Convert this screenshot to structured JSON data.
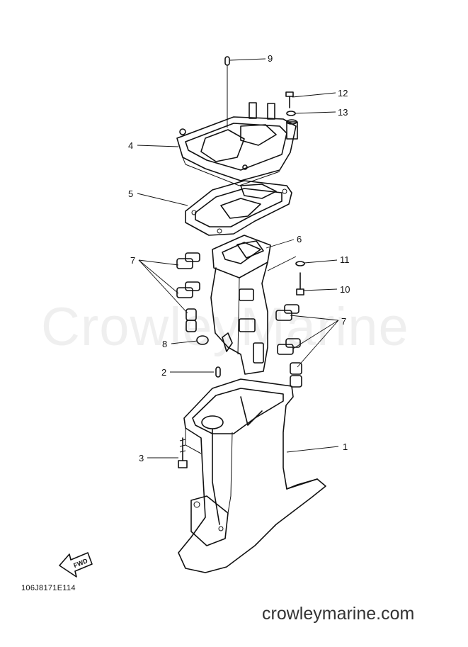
{
  "diagram": {
    "callouts": {
      "p1": "1",
      "p2": "2",
      "p3": "3",
      "p4": "4",
      "p5": "5",
      "p6": "6",
      "p7a": "7",
      "p7b": "7",
      "p8": "8",
      "p9": "9",
      "p10": "10",
      "p11": "11",
      "p12": "12",
      "p13": "13"
    },
    "fwd_label": "FWD",
    "drawing_code": "106J8171E114"
  },
  "watermark": "CrowleyMarine",
  "footer": {
    "site": "crowleymarine.com"
  }
}
